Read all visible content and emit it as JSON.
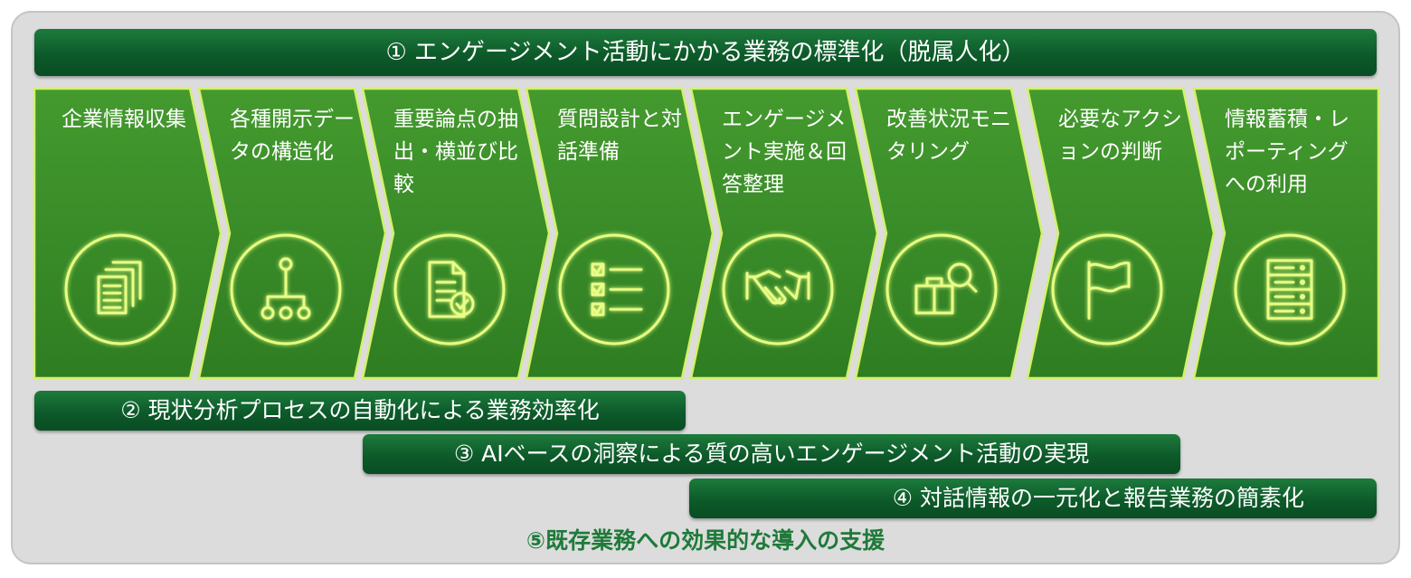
{
  "banners": {
    "b1": "① エンゲージメント活動にかかる業務の標準化（脱属人化）",
    "b2": "② 現状分析プロセスの自動化による業務効率化",
    "b3": "③ AIベースの洞察による質の高いエンゲージメント活動の実現",
    "b4": "④ 対話情報の一元化と報告業務の簡素化",
    "b5": "⑤既存業務への効果的な導入の支援"
  },
  "steps": [
    {
      "label": "企業情報収集",
      "icon": "documents-icon"
    },
    {
      "label": "各種開示データの構造化",
      "icon": "hierarchy-icon"
    },
    {
      "label": "重要論点の抽出・横並び比較",
      "icon": "document-check-icon"
    },
    {
      "label": "質問設計と対話準備",
      "icon": "checklist-icon"
    },
    {
      "label": "エンゲージメント実施＆回答整理",
      "icon": "handshake-icon"
    },
    {
      "label": "改善状況モニタリング",
      "icon": "briefcase-search-icon"
    },
    {
      "label": "必要なアクションの判断",
      "icon": "flag-icon"
    },
    {
      "label": "情報蓄積・レポーティングへの利用",
      "icon": "server-icon"
    }
  ],
  "colors": {
    "panel": "#dcdcdc",
    "banner": "#0d5a2a",
    "chevron": "#3a8a28",
    "chevron_edge": "#d4f06a",
    "icon_glow": "#e8ff80",
    "footer_text": "#1f7a3a"
  }
}
